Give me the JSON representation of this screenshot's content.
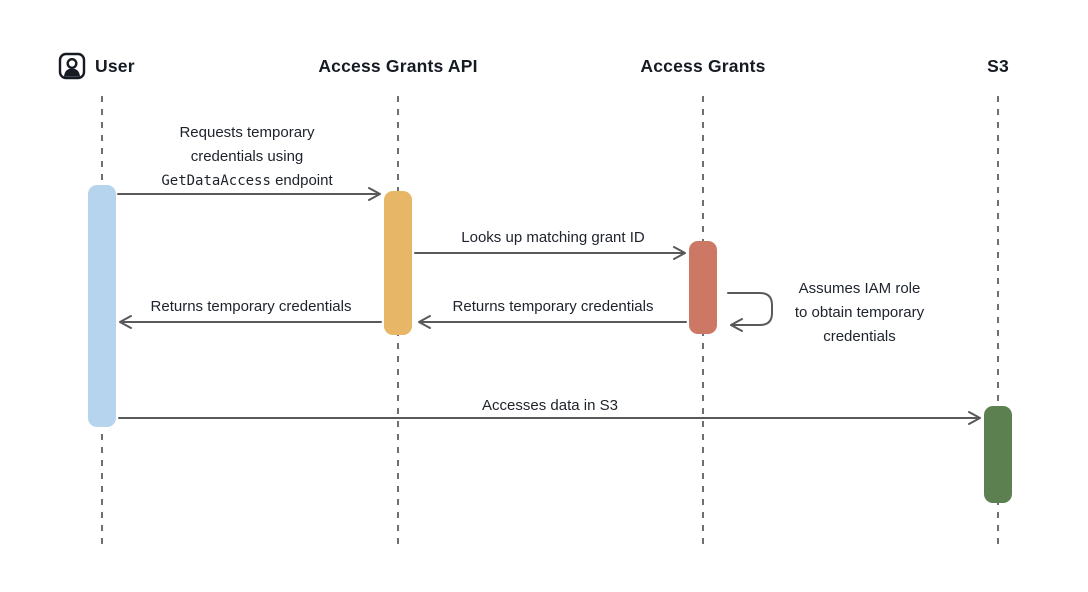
{
  "colors": {
    "user_activation": "#b7d4ef",
    "api_activation": "#e7b666",
    "grants_activation": "#cd7864",
    "s3_activation": "#5c8050",
    "arrow": "#595959",
    "lifeline": "#6f6f6f",
    "text": "#151a23"
  },
  "actors": {
    "user": {
      "label": "User",
      "icon": "user-icon"
    },
    "api": {
      "label": "Access Grants API"
    },
    "grants": {
      "label": "Access Grants"
    },
    "s3": {
      "label": "S3"
    }
  },
  "messages": {
    "request": {
      "line1": "Requests temporary",
      "line2": "credentials using",
      "code": "GetDataAccess",
      "line3_rest": " endpoint"
    },
    "lookup": {
      "label": "Looks up matching grant ID"
    },
    "assume": {
      "line1": "Assumes IAM role",
      "line2": "to obtain temporary",
      "line3": "credentials"
    },
    "return_to_api": {
      "label": "Returns temporary credentials"
    },
    "return_to_user": {
      "label": "Returns temporary credentials"
    },
    "access": {
      "label": "Accesses data in S3"
    }
  }
}
